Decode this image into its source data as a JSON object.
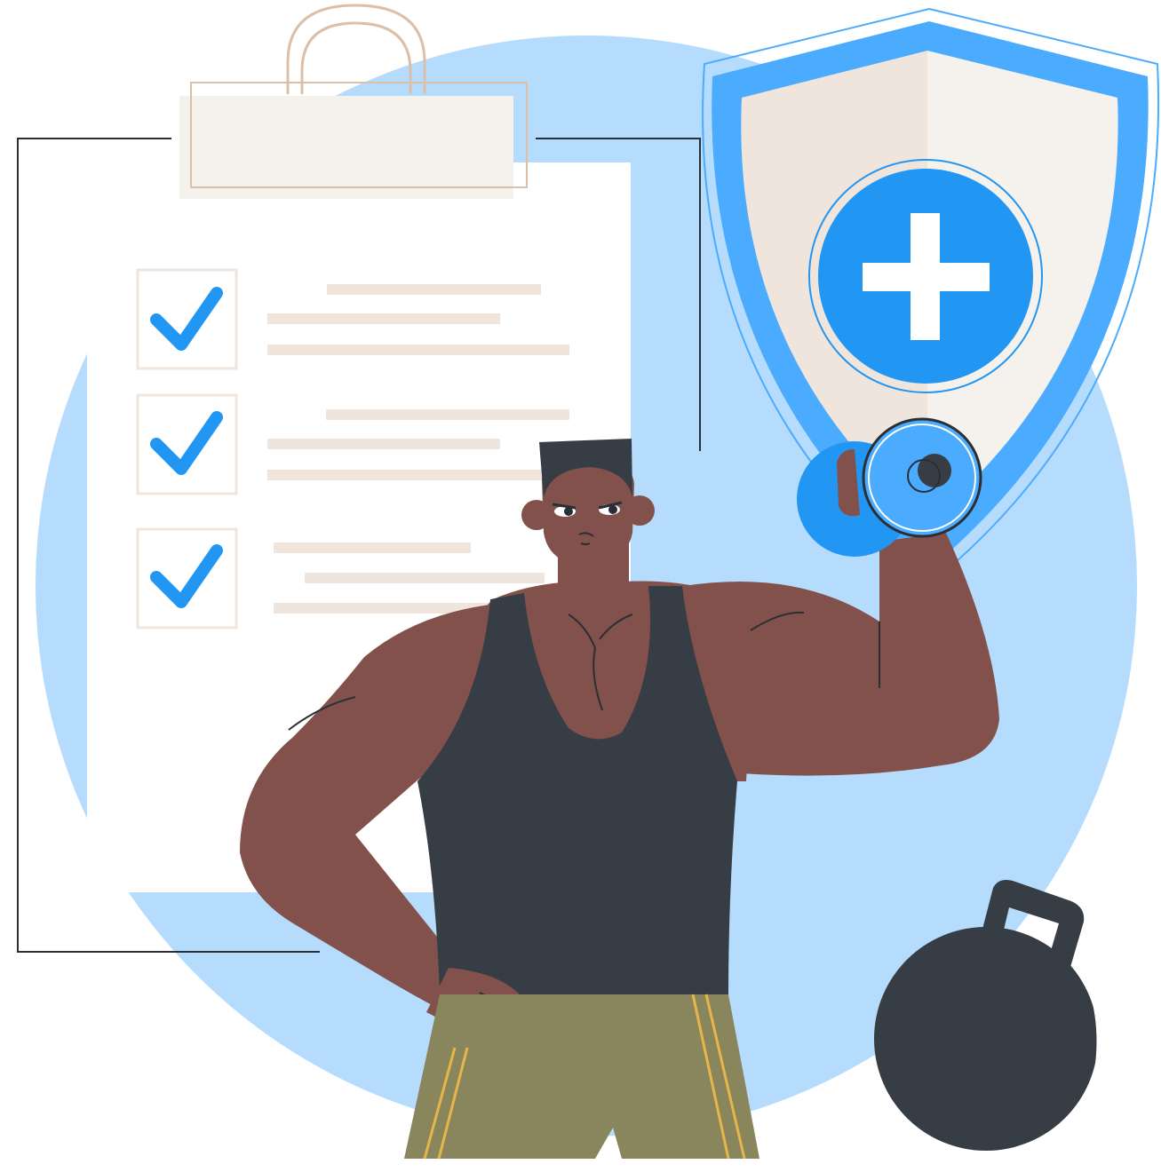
{
  "illustration": {
    "subject": "fitness-health-insurance",
    "icons": [
      "clipboard-icon",
      "checkbox-icon",
      "checkmark-icon",
      "shield-icon",
      "medical-cross-icon",
      "dumbbell-icon",
      "kettlebell-icon"
    ],
    "checklist": {
      "checked_items": 3,
      "total_items": 3
    }
  },
  "colors": {
    "background_circle": "#b6dcfd",
    "accent_blue": "#2196f3",
    "shield_outline": "#4aabff",
    "shield_inner_left": "#efe5dd",
    "shield_inner_right": "#f5f2ee",
    "paper": "#ffffff",
    "paper_lines": "#efe5dd",
    "clip": "#f5f1ec",
    "clip_outline": "#dcbfa6",
    "skin": "#83514b",
    "tank_top": "#363d44",
    "shorts": "#89855d",
    "shorts_stripe": "#e7b64a",
    "kettlebell": "#363d44",
    "outline": "#2a2f35"
  }
}
